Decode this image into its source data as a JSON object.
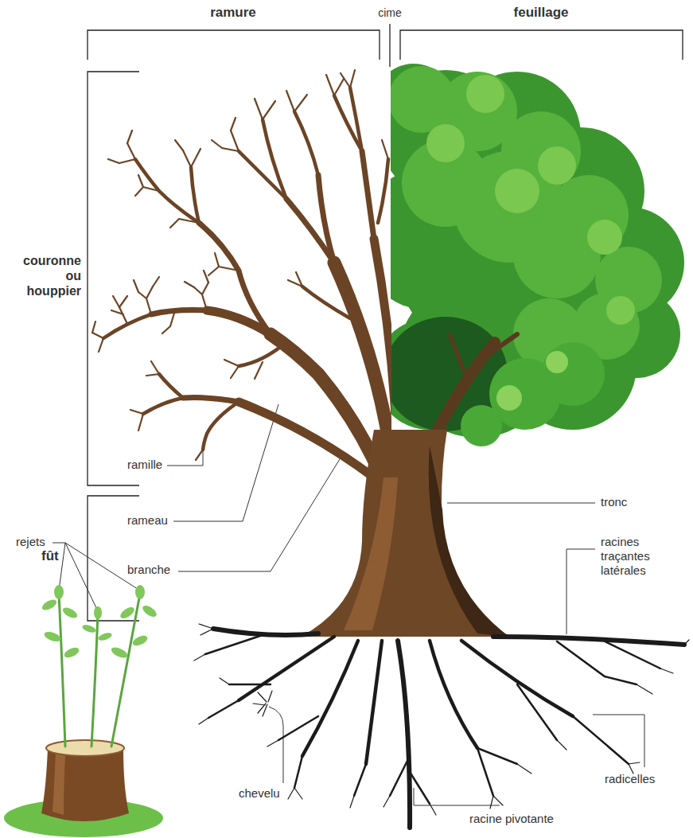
{
  "diagram": {
    "labels": [
      "ramure",
      "cime",
      "feuillage",
      "couronne ou houppier",
      "ramille",
      "rameau",
      "fût",
      "branche",
      "tronc",
      "racines traçantes latérales",
      "rejets",
      "chevelu",
      "radicelles",
      "racine pivotante"
    ]
  }
}
